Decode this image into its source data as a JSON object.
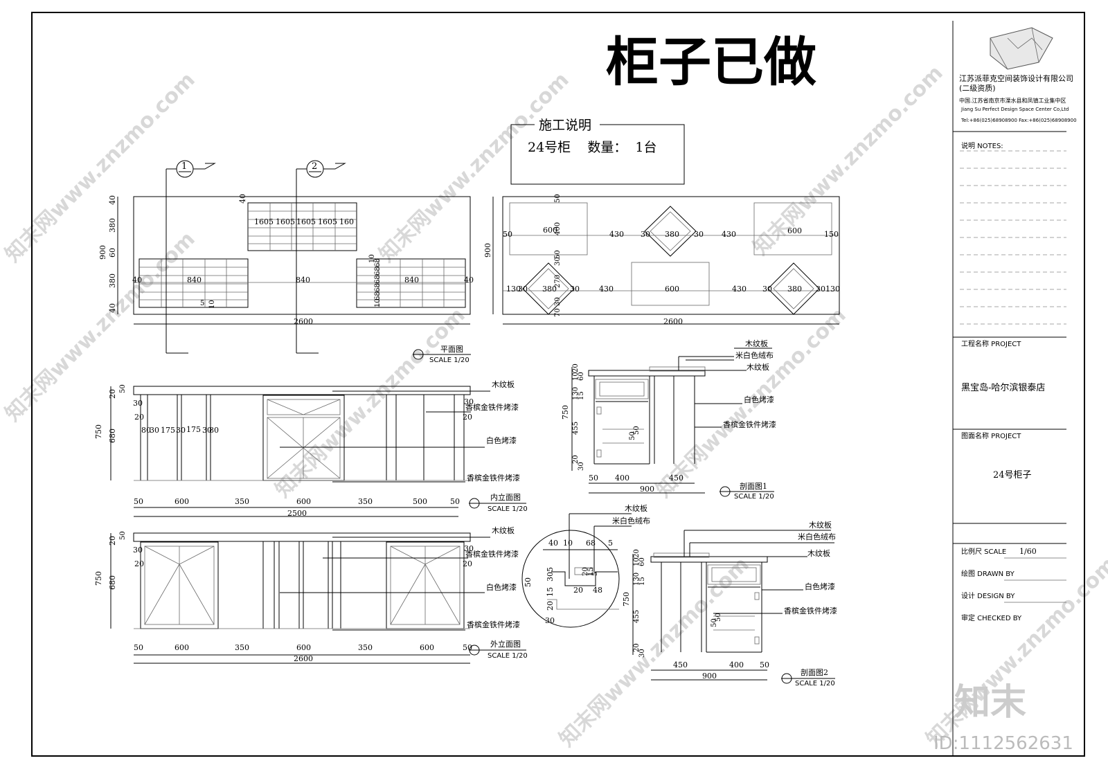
{
  "title": "柜子已做",
  "notes_box": {
    "heading": "施工说明",
    "line": "24号柜    数量：  1台"
  },
  "company": {
    "name": "江苏派菲克空间装饰设计有限公司",
    "qualification": "(二级资质)",
    "address": "中国.江苏省南京市溧水县和凤镇工业集中区",
    "english": "Jiang Su Perfect Design Space Center Co,Ltd",
    "phone": "Tel:+86(025)68908900  Fax:+86(025)68908900"
  },
  "title_block": {
    "notes_label": "说明  NOTES:",
    "project_label": "工程名称  PROJECT",
    "project_value": "黑宝岛-哈尔滨银泰店",
    "drawing_label": "图面名称  PROJECT",
    "drawing_value": "24号柜子",
    "scale_label": "比例尺  SCALE",
    "scale_value": "1/60",
    "drawn_label": "绘图  DRAWN BY",
    "design_label": "设计  DESIGN BY",
    "checked_label": "审定  CHECKED BY"
  },
  "views": {
    "plan": {
      "name": "平面图",
      "scale": "SCALE 1/20"
    },
    "inner": {
      "name": "内立面图",
      "scale": "SCALE 1/20"
    },
    "outer": {
      "name": "外立面图",
      "scale": "SCALE 1/20"
    },
    "section1": {
      "name": "剖面图1",
      "scale": "SCALE 1/20"
    },
    "section2": {
      "name": "剖面图2",
      "scale": "SCALE 1/20"
    }
  },
  "section_markers": [
    "1",
    "2"
  ],
  "materials": {
    "wood": "木纹板",
    "flannel": "米白色绒布",
    "white_paint": "白色烤漆",
    "champagne": "香槟金铁件烤漆"
  },
  "dims": {
    "plan_total": "2600",
    "plan_height": "900",
    "plan_left_v": [
      "40",
      "380",
      "60",
      "380",
      "40"
    ],
    "plan_top_row": [
      "160",
      "5",
      "160",
      "5",
      "160",
      "5",
      "160",
      "5",
      "160"
    ],
    "plan_mid_row": [
      "40",
      "840",
      "840",
      "840",
      "40"
    ],
    "plan_small": [
      "5",
      "10",
      "40",
      "30",
      "10",
      "5",
      "5",
      "5",
      "5",
      "5",
      "68",
      "68",
      "68",
      "68",
      "68"
    ],
    "top_total": "2600",
    "top_height": "900",
    "top_row1": [
      "50",
      "600",
      "430",
      "30",
      "380",
      "30",
      "430",
      "600",
      "150"
    ],
    "top_row2": [
      "130",
      "30",
      "380",
      "30",
      "430",
      "600",
      "430",
      "30",
      "380",
      "30",
      "130"
    ],
    "top_v": [
      "50",
      "400",
      "50",
      "30",
      "270",
      "30",
      "70"
    ],
    "inner_row": [
      "50",
      "600",
      "350",
      "600",
      "350",
      "500",
      "50"
    ],
    "inner_total": "2500",
    "inner_detail": [
      "80",
      "30",
      "175",
      "30",
      "175",
      "30",
      "80"
    ],
    "elev_v": [
      "20",
      "50",
      "750",
      "680",
      "30",
      "20"
    ],
    "outer_row": [
      "50",
      "600",
      "350",
      "600",
      "350",
      "600",
      "50"
    ],
    "outer_total": "2600",
    "sec1_h": [
      "50",
      "400",
      "450"
    ],
    "sec1_total": "900",
    "sec1_v": [
      "10",
      "20",
      "60",
      "130",
      "15",
      "750",
      "455",
      "20",
      "30",
      "10"
    ],
    "sec1_inner": [
      "50",
      "50",
      "50"
    ],
    "sec2_h": [
      "450",
      "400",
      "50"
    ],
    "sec2_total": "900",
    "sec2_v": [
      "10",
      "20",
      "60",
      "130",
      "15",
      "750",
      "455",
      "20",
      "30",
      "10"
    ],
    "sec2_inner": [
      "50",
      "50",
      "50"
    ],
    "detail_top": [
      "40",
      "10",
      "68",
      "5"
    ],
    "detail_mid": [
      "30",
      "5",
      "20",
      "15",
      "5"
    ],
    "detail_low": [
      "20",
      "48"
    ],
    "detail_left": [
      "50",
      "15",
      "20"
    ],
    "detail_bottom": "30"
  },
  "watermark": {
    "brand": "知末",
    "id": "ID:1112562631",
    "site": "知末网www.znzmo.com"
  }
}
